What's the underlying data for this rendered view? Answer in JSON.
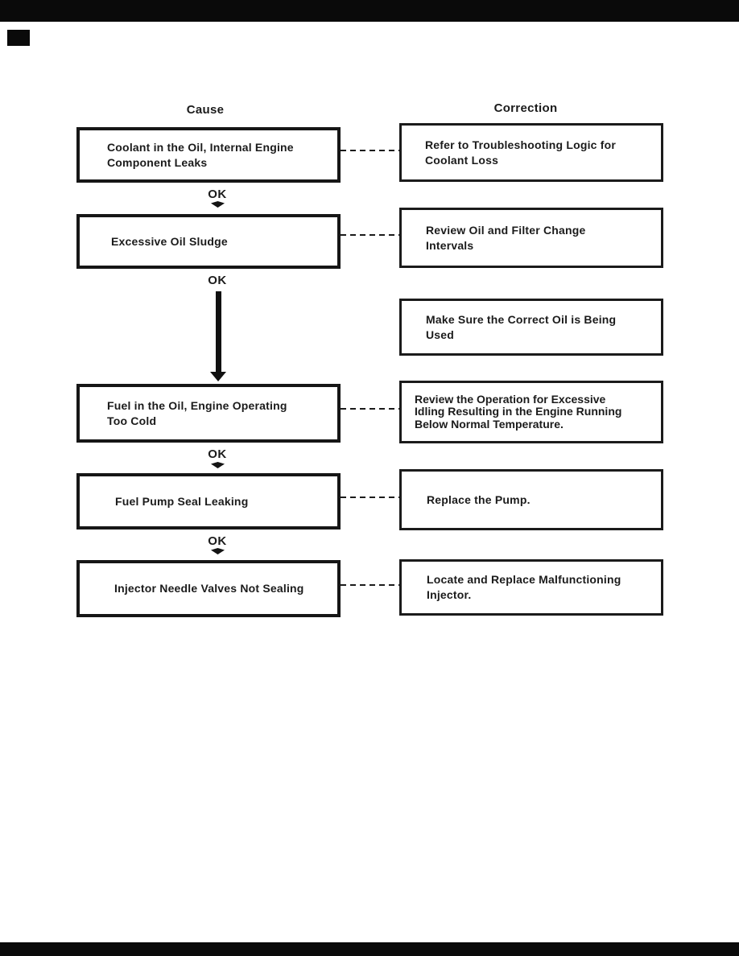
{
  "palette": {
    "ink": "#1b1b1b",
    "paper": "#ffffff"
  },
  "headers": {
    "cause": "Cause",
    "correction": "Correction"
  },
  "flow": {
    "ok_label": "OK"
  },
  "cause_boxes": [
    {
      "text": "Coolant in the Oil, Internal Engine\nComponent Leaks"
    },
    {
      "text": "Excessive Oil Sludge"
    },
    {
      "text": "Fuel in the Oil, Engine Operating\nToo Cold"
    },
    {
      "text": "Fuel Pump Seal Leaking"
    },
    {
      "text": "Injector Needle Valves Not Sealing"
    }
  ],
  "correction_boxes": [
    {
      "text": "Refer to Troubleshooting Logic for\nCoolant Loss"
    },
    {
      "text": "Review Oil and Filter Change\nIntervals"
    },
    {
      "text": "Make Sure the Correct Oil is Being\nUsed"
    },
    {
      "text": "Review the Operation for Excessive\nIdling Resulting in the Engine Running\nBelow Normal Temperature."
    },
    {
      "text": "Replace the Pump."
    },
    {
      "text": "Locate and Replace Malfunctioning\nInjector."
    }
  ]
}
